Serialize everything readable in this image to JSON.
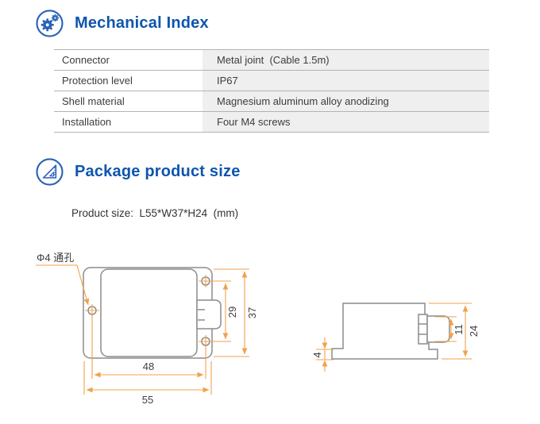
{
  "colors": {
    "accent_blue": "#0e55ae",
    "icon_blue": "#2a62b9",
    "table_line_gray": "#b3b3b3",
    "table_value_bg": "#efefef",
    "drawing_outline_gray": "#8c8c8c",
    "dimension_orange": "#f0a24b",
    "dimension_text": "#404040"
  },
  "section_mechanical": {
    "icon": "gears-icon",
    "title": "Mechanical Index",
    "table": {
      "rows": [
        {
          "label": "Connector",
          "value": "Metal joint  (Cable 1.5m)"
        },
        {
          "label": "Protection level",
          "value": "IP67"
        },
        {
          "label": "Shell material",
          "value": "Magnesium aluminum alloy anodizing"
        },
        {
          "label": "Installation",
          "value": "Four M4 screws"
        }
      ]
    }
  },
  "section_package": {
    "icon": "set-square-icon",
    "title": "Package product size",
    "product_size_label": "Product size:  L55*W37*H24  (mm)"
  },
  "drawing": {
    "hole_callout": "Φ4 通孔",
    "top_view": {
      "hole_span_width": "48",
      "overall_width": "55",
      "hole_span_height": "29",
      "overall_height": "37"
    },
    "side_view": {
      "base_thickness": "4",
      "connector_height": "11",
      "overall_height": "24"
    }
  }
}
